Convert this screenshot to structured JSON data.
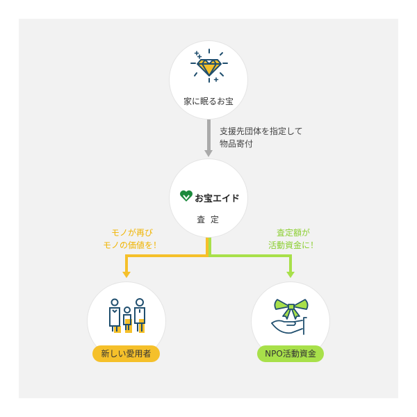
{
  "nodes": {
    "top": {
      "label": "家に眠るお宝",
      "icon": "diamond-icon"
    },
    "middle": {
      "label": "査 定",
      "logo_text": "お宝エイド",
      "icon": "otakara-aid-logo"
    },
    "left": {
      "badge": "新しい愛用者",
      "icon": "family-icon"
    },
    "right": {
      "badge": "NPO活動資金",
      "icon": "gift-hand-icon"
    }
  },
  "edges": {
    "top_to_middle": [
      "支援先団体を指定して",
      "物品寄付"
    ],
    "middle_to_left": [
      "モノが再び",
      "モノの価値を！"
    ],
    "middle_to_right": [
      "査定額が",
      "活動資金に！"
    ]
  },
  "colors": {
    "yellow": "#f5c02a",
    "green": "#a8e04a",
    "gray": "#aaaaaa",
    "navy": "#1f4e6e"
  }
}
